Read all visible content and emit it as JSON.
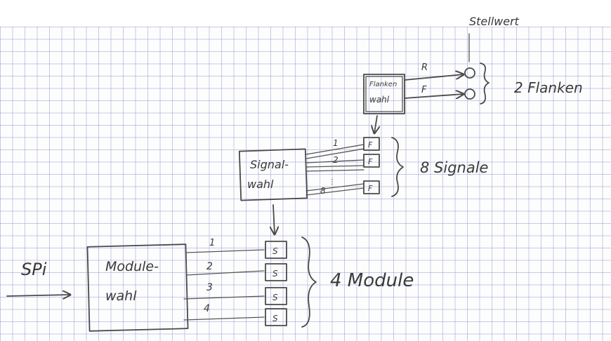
{
  "annotations": {
    "spi": "SPi",
    "stellwert": "Stellwert",
    "flanken_count": "2 Flanken",
    "signale_count": "8 Signale",
    "module_count": "4 Module"
  },
  "blocks": {
    "flanken": {
      "line1": "Flanken",
      "line2": "wahl"
    },
    "signal": {
      "line1": "Signal-",
      "line2": "wahl"
    },
    "module": {
      "line1": "Module-",
      "line2": "wahl"
    }
  },
  "flanken_outputs": [
    "R",
    "F"
  ],
  "signal_outputs": [
    "1",
    "2",
    "8"
  ],
  "signal_latch_label": "F",
  "module_outputs": [
    "1",
    "2",
    "3",
    "4"
  ],
  "module_latch_label": "S"
}
